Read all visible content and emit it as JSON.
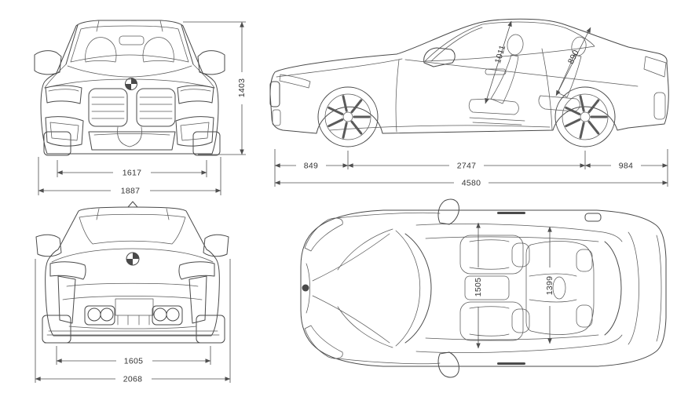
{
  "colors": {
    "background": "#ffffff",
    "car_line": "#4a4a4a",
    "dimension_line": "#4f4f4f",
    "label_text": "#333333"
  },
  "views": {
    "front": {
      "height": "1403",
      "track": "1617",
      "width": "1887"
    },
    "side": {
      "front_overhang": "849",
      "wheelbase": "2747",
      "rear_overhang": "984",
      "length": "4580",
      "headroom_front": "1011",
      "headroom_rear": "890"
    },
    "rear": {
      "track": "1605",
      "width_with_mirrors": "2068"
    },
    "top": {
      "interior_width_front": "1505",
      "interior_width_rear": "1399"
    }
  }
}
